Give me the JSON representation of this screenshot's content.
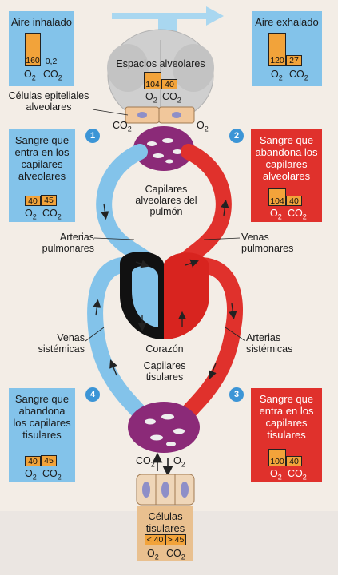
{
  "boxes": {
    "inhaled": {
      "title": "Aire inhalado",
      "o2": "160",
      "co2": "0,2",
      "o2_label": "O2",
      "co2_label": "CO2"
    },
    "exhaled": {
      "title": "Aire exhalado",
      "o2": "120",
      "co2": "27",
      "o2_label": "O2",
      "co2_label": "CO2"
    },
    "alveolar": {
      "title": "Espacios alveolares",
      "o2": "104",
      "co2": "40",
      "o2_label": "O2",
      "co2_label": "CO2"
    },
    "blood_in_alveolar": {
      "title": "Sangre que entra en los capilares alveolares",
      "o2": "40",
      "co2": "45",
      "o2_label": "O2",
      "co2_label": "CO2"
    },
    "blood_out_alveolar": {
      "title": "Sangre que abandona los capilares alveolares",
      "o2": "104",
      "co2": "40",
      "o2_label": "O2",
      "co2_label": "CO2"
    },
    "blood_out_tissue": {
      "title": "Sangre que abandona los capilares tisulares",
      "o2": "40",
      "co2": "45",
      "o2_label": "O2",
      "co2_label": "CO2"
    },
    "blood_in_tissue": {
      "title": "Sangre que entra en los capilares tisulares",
      "o2": "100",
      "co2": "40",
      "o2_label": "O2",
      "co2_label": "CO2"
    },
    "tissue_cells": {
      "title": "Células tisulares",
      "o2": "< 40",
      "co2": "> 45",
      "o2_label": "O2",
      "co2_label": "CO2"
    }
  },
  "labels": {
    "epithelial": "Células epiteliales alveolares",
    "alveolar_capillaries": "Capilares alveolares del pulmón",
    "pulmonary_arteries": "Arterias pulmonares",
    "pulmonary_veins": "Venas pulmonares",
    "systemic_veins": "Venas sistémicas",
    "systemic_arteries": "Arterias sistémicas",
    "heart": "Corazón",
    "tissue_capillaries": "Capilares tisulares",
    "co2": "CO2",
    "o2": "O2"
  },
  "steps": [
    "1",
    "2",
    "3",
    "4"
  ],
  "colors": {
    "blue": "#83c3ea",
    "red": "#e0312c",
    "bar": "#f2a33a",
    "tan": "#e9c08f",
    "vessel_purple": "#8b2a78"
  }
}
